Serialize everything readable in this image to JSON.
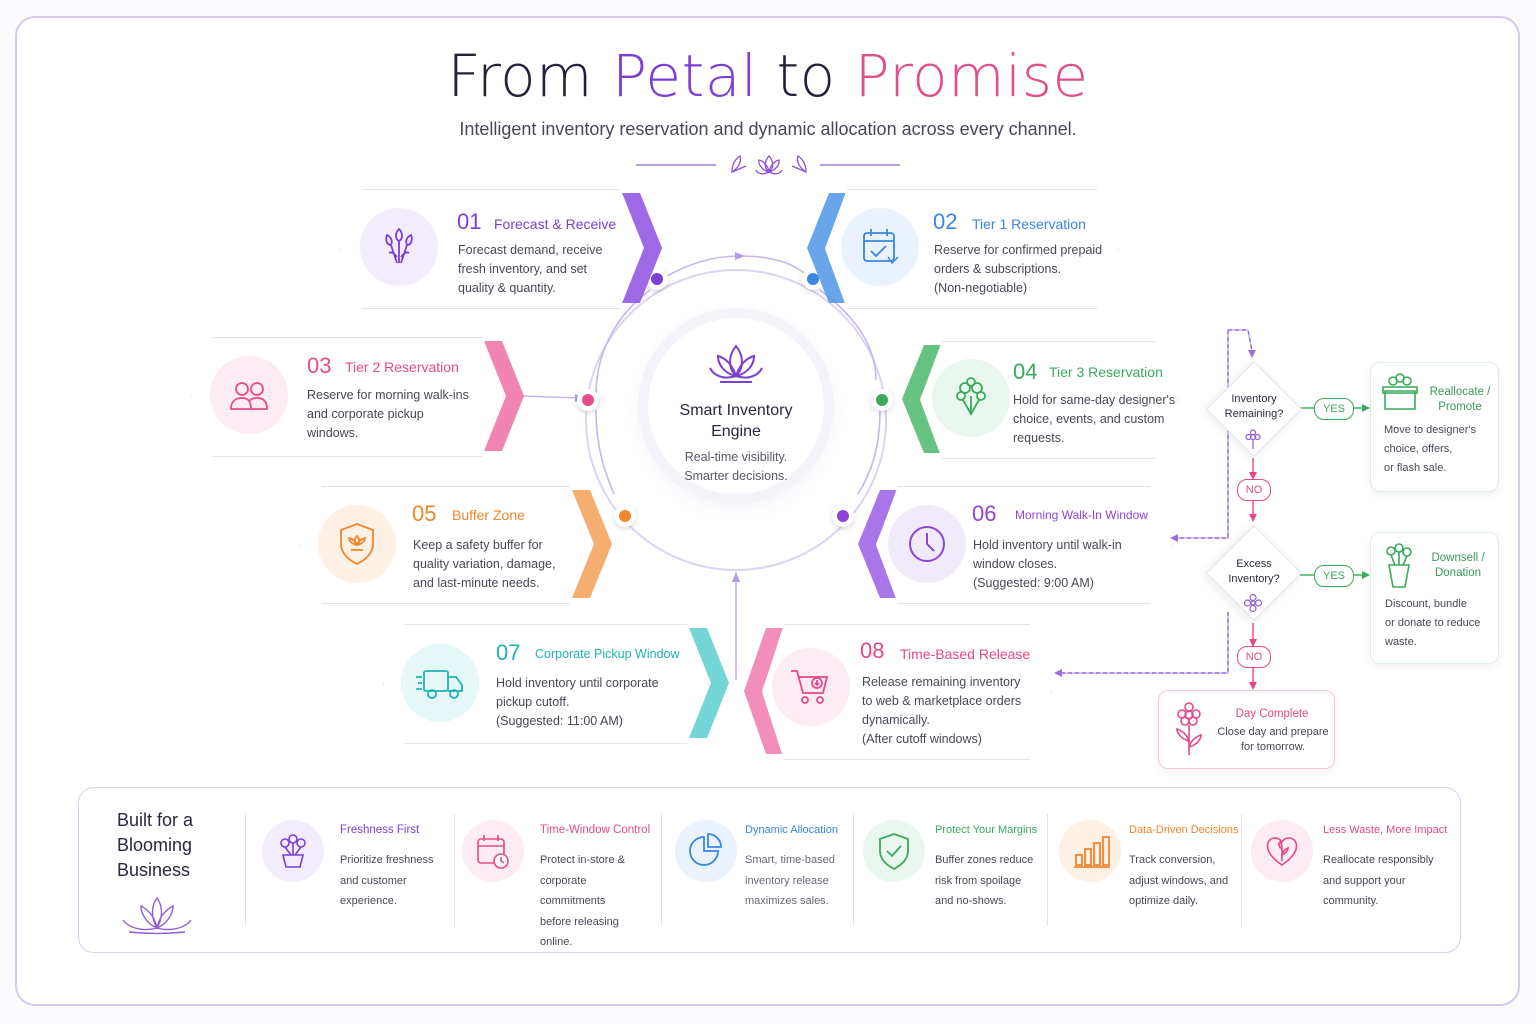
{
  "header": {
    "title_part1": "From",
    "title_part2": "Petal",
    "title_part3": "to",
    "title_part4": "Promise",
    "subtitle": "Intelligent inventory reservation and dynamic allocation across every channel."
  },
  "colors": {
    "purple": "#7b3fd6",
    "blue": "#3a86e0",
    "pink": "#e64b8a",
    "green": "#3aaa5c",
    "orange": "#f0862e",
    "violet": "#8e44d8",
    "teal": "#1fb3b3",
    "magenta": "#e6478c"
  },
  "engine": {
    "title": "Smart Inventory\nEngine",
    "subtitle": "Real-time visibility.\nSmarter decisions."
  },
  "steps": [
    {
      "num": "01",
      "title": "Forecast & Receive",
      "desc": "Forecast demand, receive\nfresh inventory, and set\nquality & quantity.",
      "icon": "flower-bouquet-icon"
    },
    {
      "num": "02",
      "title": "Tier 1 Reservation",
      "desc": "Reserve for confirmed prepaid\norders & subscriptions.\n(Non-negotiable)",
      "icon": "calendar-check-icon"
    },
    {
      "num": "03",
      "title": "Tier 2 Reservation",
      "desc": "Reserve for morning walk-ins\nand corporate pickup\nwindows.",
      "icon": "people-icon"
    },
    {
      "num": "04",
      "title": "Tier 3 Reservation",
      "desc": "Hold for same-day designer's\nchoice, events, and custom\nrequests.",
      "icon": "bouquet-icon"
    },
    {
      "num": "05",
      "title": "Buffer Zone",
      "desc": "Keep a safety buffer for\nquality variation, damage,\nand last-minute needs.",
      "icon": "shield-flower-icon"
    },
    {
      "num": "06",
      "title": "Morning Walk-In Window",
      "desc": "Hold inventory until walk-in\nwindow closes.\n(Suggested: 9:00 AM)",
      "icon": "clock-icon"
    },
    {
      "num": "07",
      "title": "Corporate Pickup Window",
      "desc": "Hold inventory until corporate\npickup cutoff.\n(Suggested: 11:00 AM)",
      "icon": "delivery-truck-icon"
    },
    {
      "num": "08",
      "title": "Time-Based Release",
      "desc": "Release remaining inventory\nto web & marketplace orders\ndynamically.\n(After cutoff windows)",
      "icon": "shopping-cart-icon"
    }
  ],
  "decisions": {
    "q1": "Inventory\nRemaining?",
    "q2": "Excess\nInventory?",
    "yes": "YES",
    "no": "NO",
    "reallocate_title": "Reallocate /\nPromote",
    "reallocate_desc": "Move to designer's\nchoice, offers,\nor flash sale.",
    "downsell_title": "Downsell /\nDonation",
    "downsell_desc": "Discount, bundle\nor donate to reduce\nwaste.",
    "day_title": "Day Complete",
    "day_desc": "Close day and prepare\nfor tomorrow."
  },
  "bottom": {
    "heading": "Built for a\nBlooming\nBusiness",
    "items": [
      {
        "title": "Freshness First",
        "desc": "Prioritize freshness\nand customer\nexperience.",
        "icon": "potted-flower-icon"
      },
      {
        "title": "Time-Window Control",
        "desc": "Protect in-store &\ncorporate commitments\nbefore releasing online.",
        "icon": "calendar-clock-icon"
      },
      {
        "title": "Dynamic Allocation",
        "desc": "Smart, time-based\ninventory release\nmaximizes sales.",
        "icon": "pie-chart-icon"
      },
      {
        "title": "Protect Your Margins",
        "desc": "Buffer zones reduce\nrisk from spoilage\nand no-shows.",
        "icon": "shield-check-icon"
      },
      {
        "title": "Data-Driven Decisions",
        "desc": "Track conversion,\nadjust windows, and\noptimize daily.",
        "icon": "bar-chart-icon"
      },
      {
        "title": "Less Waste, More Impact",
        "desc": "Reallocate responsibly\nand support your\ncommunity.",
        "icon": "heart-flower-icon"
      }
    ]
  }
}
